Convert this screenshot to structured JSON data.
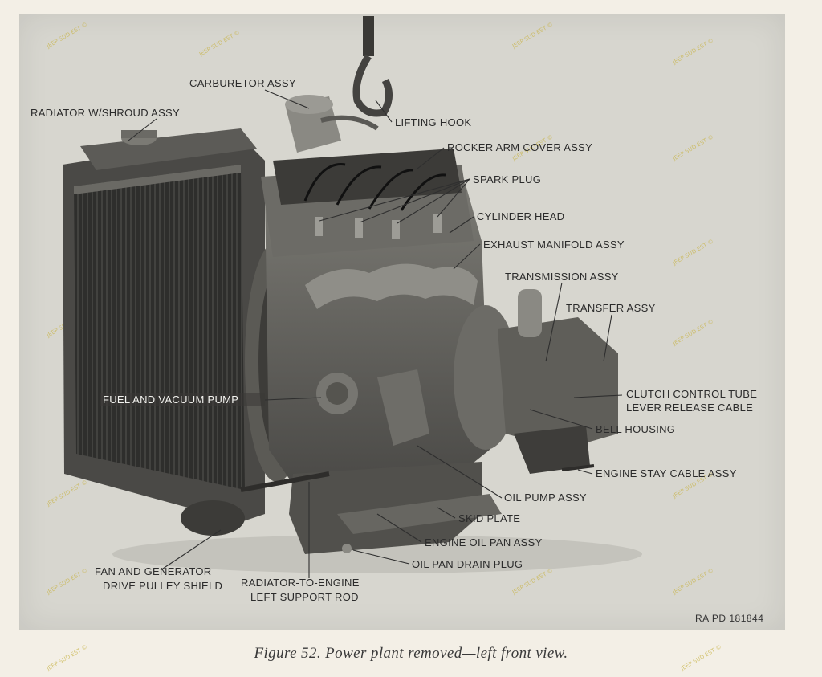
{
  "figure": {
    "caption": "Figure 52.   Power plant removed—left front view.",
    "reference_code": "RA PD 181844",
    "watermark": "JEEP SUD EST ©"
  },
  "callouts": {
    "carburetor": "CARBURETOR ASSY",
    "radiator": "RADIATOR W/SHROUD ASSY",
    "lifting_hook": "LIFTING HOOK",
    "rocker_arm": "ROCKER ARM COVER ASSY",
    "spark_plug": "SPARK PLUG",
    "cylinder_head": "CYLINDER HEAD",
    "exhaust_manifold": "EXHAUST MANIFOLD ASSY",
    "transmission": "TRANSMISSION ASSY",
    "transfer": "TRANSFER ASSY",
    "clutch_tube": "CLUTCH CONTROL TUBE",
    "lever_cable": "LEVER RELEASE CABLE",
    "bell_housing": "BELL HOUSING",
    "fuel_pump": "FUEL AND VACUUM PUMP",
    "stay_cable": "ENGINE STAY CABLE ASSY",
    "oil_pump": "OIL PUMP ASSY",
    "skid_plate": "SKID PLATE",
    "oil_pan": "ENGINE OIL PAN ASSY",
    "drain_plug": "OIL PAN DRAIN PLUG",
    "fan_shield_1": "FAN AND GENERATOR",
    "fan_shield_2": "DRIVE PULLEY SHIELD",
    "support_rod_1": "RADIATOR-TO-ENGINE",
    "support_rod_2": "LEFT SUPPORT ROD"
  },
  "colors": {
    "plate": "#d7d6cf",
    "paper": "#f3efe6",
    "ink": "#2b2b2b",
    "metal_dark": "#3b3b38",
    "metal_mid": "#6f6e69",
    "metal_light": "#a3a29c"
  }
}
